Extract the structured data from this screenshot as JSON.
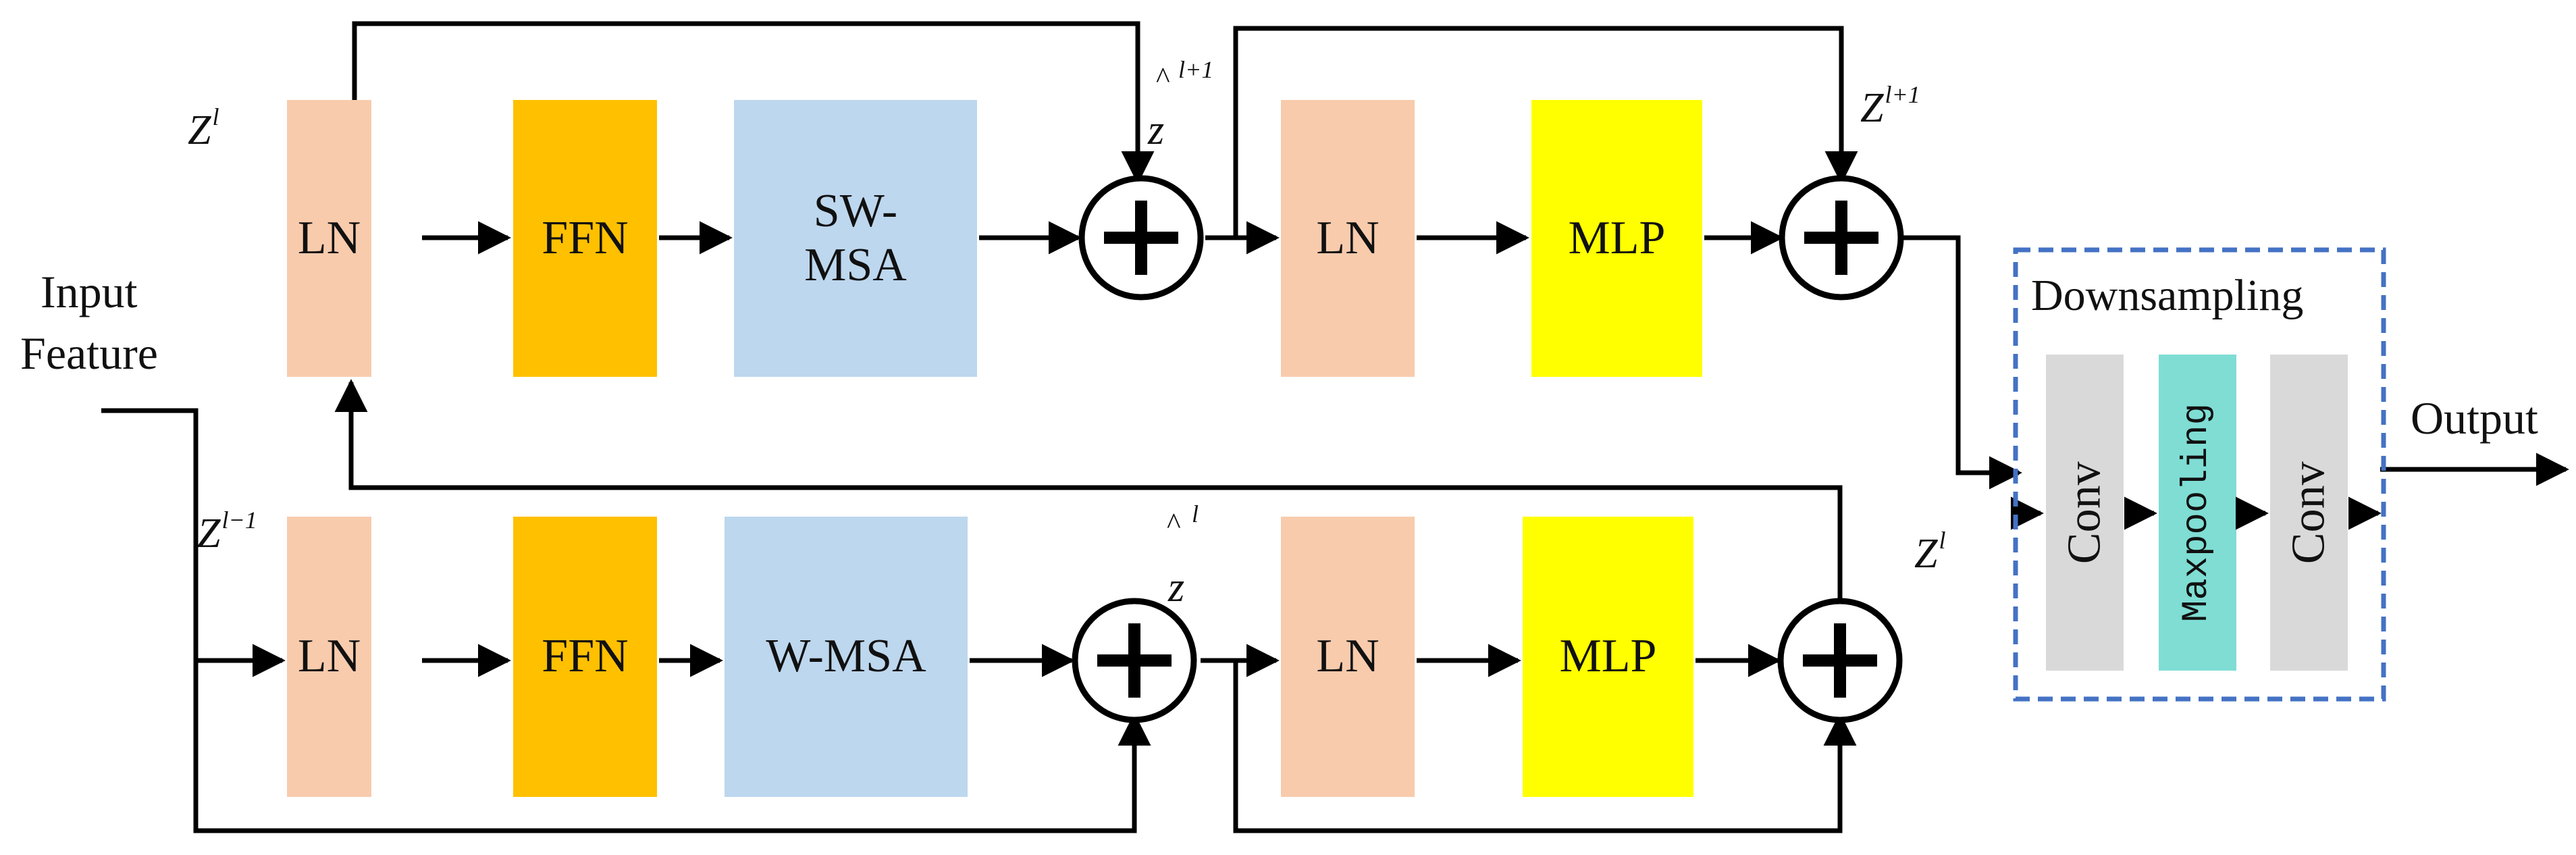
{
  "colors": {
    "ln": "#F8CBAD",
    "ffn": "#FFC000",
    "msa": "#BDD7EE",
    "mlp": "#FFFF00",
    "conv": "#D9D9D9",
    "maxpool": "#7FDDD4",
    "downsample_border": "#4472C4",
    "line": "#000000"
  },
  "top_row": {
    "ln1": "LN",
    "ffn": "FFN",
    "msa": "SW-\nMSA",
    "ln2": "LN",
    "mlp": "MLP"
  },
  "bottom_row": {
    "ln1": "LN",
    "ffn": "FFN",
    "msa": "W-MSA",
    "ln2": "LN",
    "mlp": "MLP"
  },
  "labels": {
    "input_line1": "Input",
    "input_line2": "Feature",
    "output": "Output",
    "z_top_left": {
      "base": "Z",
      "sup": "l"
    },
    "zhat_top": {
      "base": "z",
      "sup": "l+1"
    },
    "z_top_right": {
      "base": "Z",
      "sup": "l+1"
    },
    "z_bottom_left": {
      "base": "Z",
      "sup": "l−1"
    },
    "zhat_bottom": {
      "base": "z",
      "sup": "l"
    },
    "z_bottom_right": {
      "base": "Z",
      "sup": "l"
    },
    "hat": "^"
  },
  "downsampling": {
    "title": "Downsampling",
    "conv1": "Conv",
    "maxpool": "Maxpooling",
    "conv2": "Conv"
  },
  "icons": {
    "adder": "circled-plus-icon",
    "arrowhead": "arrow-icon"
  }
}
